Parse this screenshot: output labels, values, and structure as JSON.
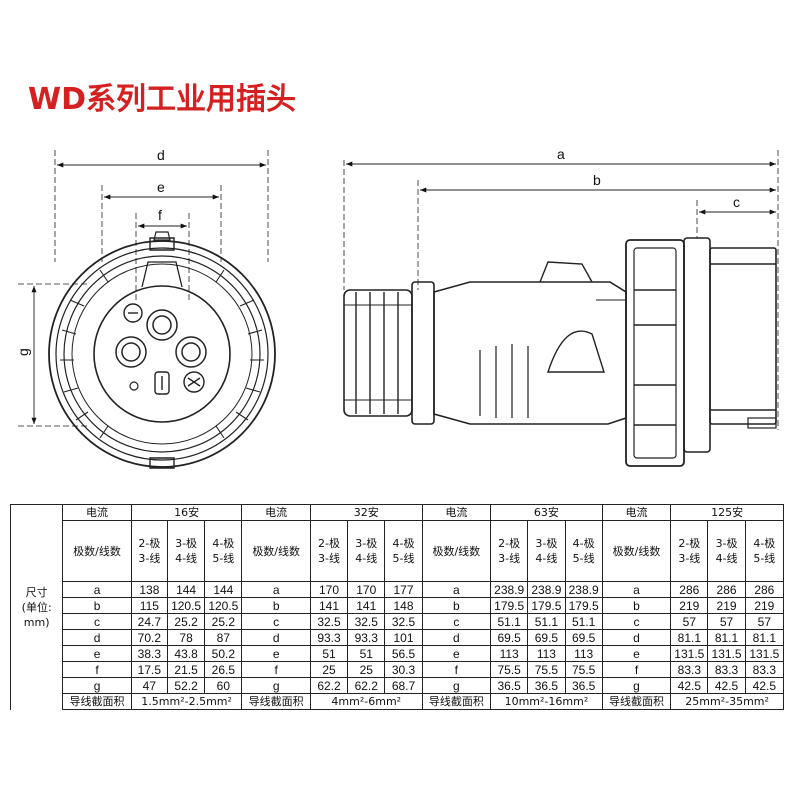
{
  "title": "WD系列工业用插头",
  "dimension_labels": {
    "d": "d",
    "e": "e",
    "f": "f",
    "g": "g",
    "a": "a",
    "b": "b",
    "c": "c"
  },
  "table": {
    "side_header": "尺寸\n(单位:\nmm)",
    "current_label": "电流",
    "poles_label": "极数/线数",
    "area_label": "导线截面积",
    "row_keys": [
      "a",
      "b",
      "c",
      "d",
      "e",
      "f",
      "g"
    ],
    "groups": [
      {
        "current": "16安",
        "columns": [
          "2-极\n3-线",
          "3-极\n4-线",
          "4-极\n5-线"
        ],
        "rows": [
          [
            "138",
            "144",
            "144"
          ],
          [
            "115",
            "120.5",
            "120.5"
          ],
          [
            "24.7",
            "25.2",
            "25.2"
          ],
          [
            "70.2",
            "78",
            "87"
          ],
          [
            "38.3",
            "43.8",
            "50.2"
          ],
          [
            "17.5",
            "21.5",
            "26.5"
          ],
          [
            "47",
            "52.2",
            "60"
          ]
        ],
        "area": "1.5mm²-2.5mm²"
      },
      {
        "current": "32安",
        "columns": [
          "2-极\n3-线",
          "3-极\n4-线",
          "4-极\n5-线"
        ],
        "rows": [
          [
            "170",
            "170",
            "177"
          ],
          [
            "141",
            "141",
            "148"
          ],
          [
            "32.5",
            "32.5",
            "32.5"
          ],
          [
            "93.3",
            "93.3",
            "101"
          ],
          [
            "51",
            "51",
            "56.5"
          ],
          [
            "25",
            "25",
            "30.3"
          ],
          [
            "62.2",
            "62.2",
            "68.7"
          ]
        ],
        "area": "4mm²-6mm²"
      },
      {
        "current": "63安",
        "columns": [
          "2-极\n3-线",
          "3-极\n4-线",
          "4-极\n5-线"
        ],
        "rows": [
          [
            "238.9",
            "238.9",
            "238.9"
          ],
          [
            "179.5",
            "179.5",
            "179.5"
          ],
          [
            "51.1",
            "51.1",
            "51.1"
          ],
          [
            "69.5",
            "69.5",
            "69.5"
          ],
          [
            "113",
            "113",
            "113"
          ],
          [
            "75.5",
            "75.5",
            "75.5"
          ],
          [
            "36.5",
            "36.5",
            "36.5"
          ]
        ],
        "area": "10mm²-16mm²"
      },
      {
        "current": "125安",
        "columns": [
          "2-极\n3-线",
          "3-极\n4-线",
          "4-极\n5-线"
        ],
        "rows": [
          [
            "286",
            "286",
            "286"
          ],
          [
            "219",
            "219",
            "219"
          ],
          [
            "57",
            "57",
            "57"
          ],
          [
            "81.1",
            "81.1",
            "81.1"
          ],
          [
            "131.5",
            "131.5",
            "131.5"
          ],
          [
            "83.3",
            "83.3",
            "83.3"
          ],
          [
            "42.5",
            "42.5",
            "42.5"
          ]
        ],
        "area": "25mm²-35mm²"
      }
    ]
  }
}
